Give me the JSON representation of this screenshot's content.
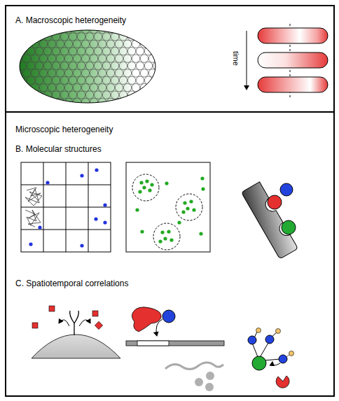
{
  "diagram": {
    "nodes": [
      {
        "text": [
          "A. Macroscopic heterogeneity"
        ]
      },
      {
        "text": [
          "Microscopic heterogeneity",
          "B. Molecular structures",
          "C. Spatiotemporal correlations"
        ]
      }
    ],
    "labels": [
      "time"
    ]
  }
}
